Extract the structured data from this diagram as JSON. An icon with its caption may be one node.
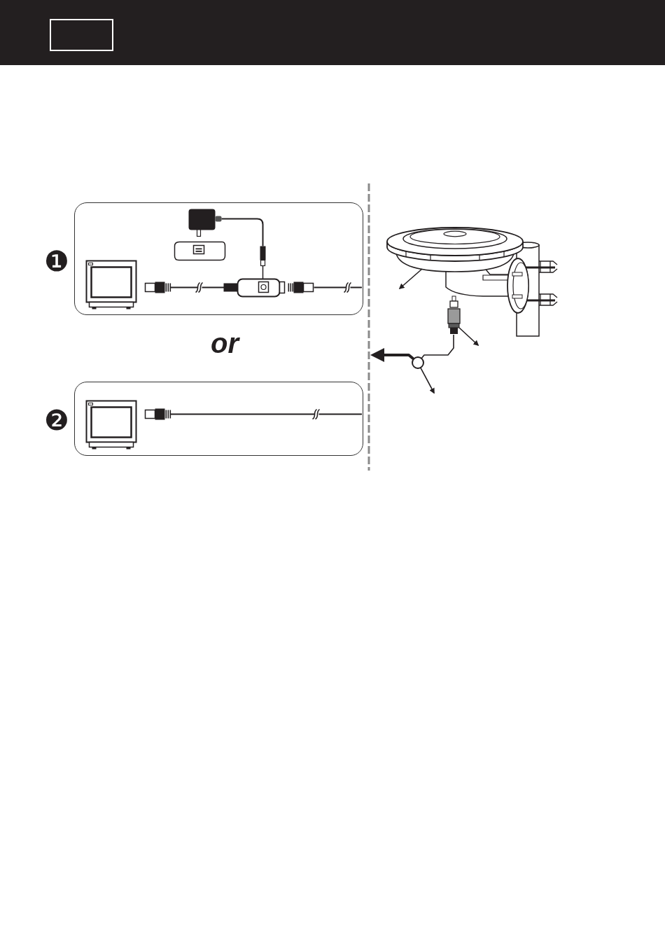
{
  "diagram": {
    "nodes": [
      {
        "text": [],
        "shape": "picture"
      },
      {
        "text": [],
        "shape": "picture"
      },
      {
        "text": [],
        "shape": "circle"
      }
    ],
    "edges": [
      {
        "from": 0,
        "to": null,
        "arrow": "to"
      },
      {
        "from": 1,
        "to": null,
        "arrow": "to"
      },
      {
        "from": 2,
        "to": null,
        "arrow": "to"
      },
      {
        "from": 1,
        "to": 2,
        "arrow": "none"
      },
      {
        "from": 2,
        "to": null,
        "arrow": "to",
        "style": "thick"
      }
    ],
    "labels": [
      "❶",
      "or",
      "❷"
    ]
  }
}
